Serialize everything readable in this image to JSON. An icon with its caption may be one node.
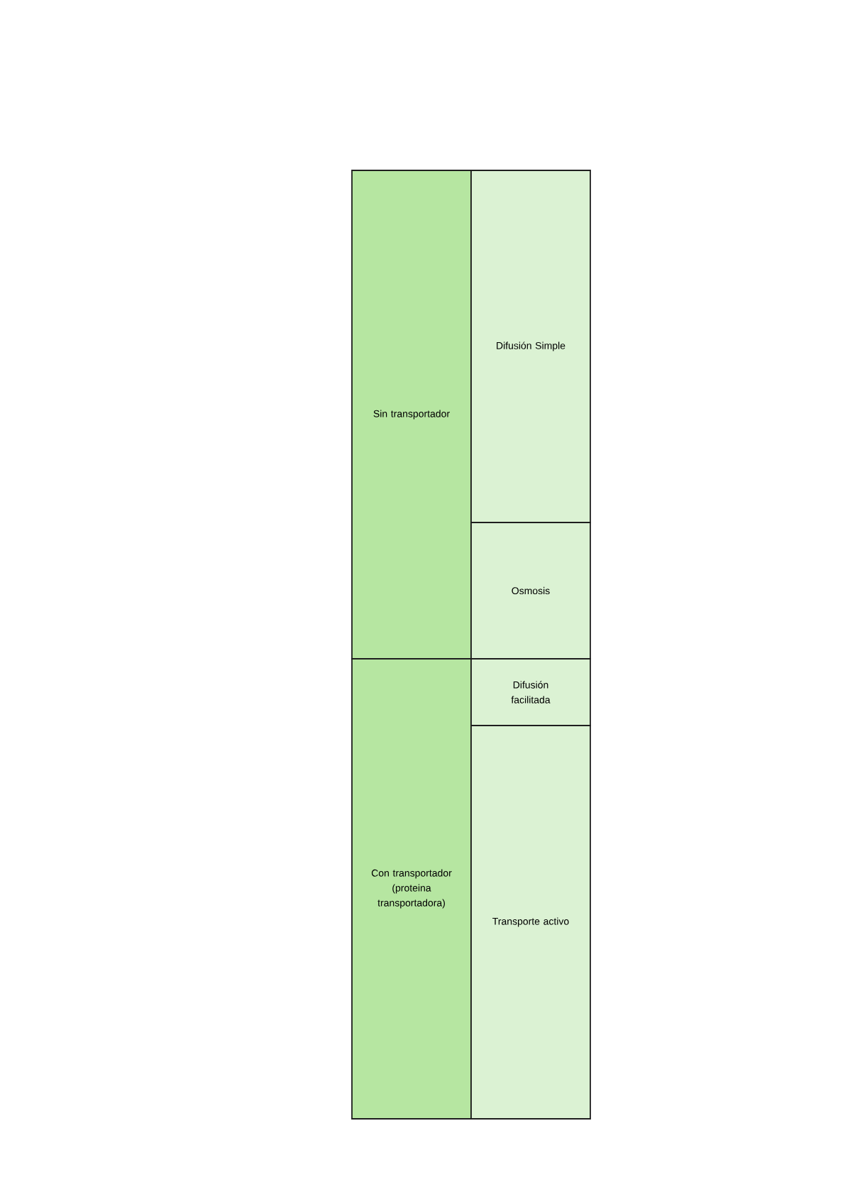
{
  "diagram": {
    "nodes": [
      {
        "text": [
          "Sin transportador"
        ]
      },
      {
        "text": [
          "Difusión Simple"
        ]
      },
      {
        "text": [
          "Osmosis"
        ]
      },
      {
        "text": [
          "Con transportador (proteina transportadora)"
        ]
      },
      {
        "text": [
          "Difusión facilitada"
        ]
      },
      {
        "text": [
          "Transporte activo"
        ]
      }
    ]
  }
}
